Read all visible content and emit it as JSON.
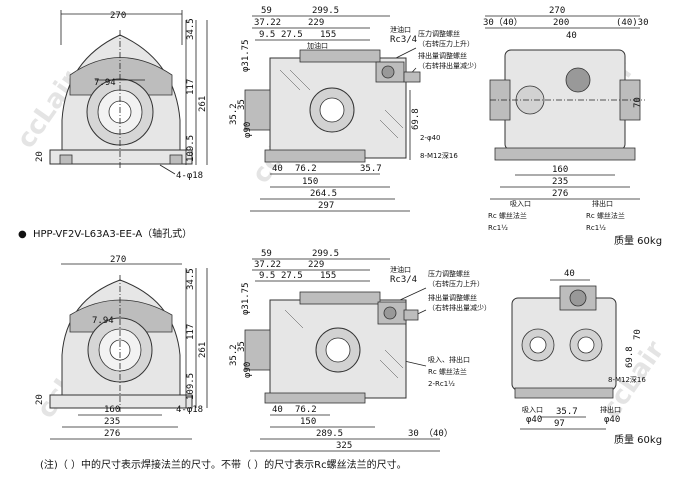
{
  "section_title": "HPP-VF2V-L63A3-EE-A（轴孔式）",
  "bullet": "●",
  "watermark": "ccLair",
  "mass_top": "质量 60kg",
  "mass_bottom": "质量 60kg",
  "footnote": "(注)（ ）中的尺寸表示焊接法兰的尺寸。不带（ ）的尺寸表示Rc螺丝法兰的尺寸。",
  "top_front": {
    "w270": "270",
    "h34": "34.5",
    "h117": "117",
    "h261": "261",
    "h109": "109.5",
    "h20": "20",
    "holes": "4-φ18",
    "bore": "7.94"
  },
  "top_side": {
    "d59": "59",
    "d2995": "299.5",
    "d3722": "37.22",
    "d229": "229",
    "d95": "9.5",
    "d275": "27.5",
    "d155": "155",
    "v35": "35",
    "v352": "35.2",
    "v90": "φ90",
    "v3175": "φ31.75",
    "d40": "40",
    "d762": "76.2",
    "d357": "35.7",
    "d150": "150",
    "d2645": "264.5",
    "d297": "297",
    "d698": "69.8",
    "drain_label": "泄油口",
    "drain_port": "Rc3/4",
    "inlet_drain": "加油口",
    "press_adj": "压力调整螺丝",
    "press_adj_note": "（右转压力上升）",
    "flow_adj": "排出量调整螺丝",
    "flow_adj_note": "（右转排出量减少）",
    "holes2": "2-φ40",
    "bolts": "8-M12深16"
  },
  "top_rear": {
    "d270": "270",
    "d30": "30（40）",
    "d200": "200",
    "d40a": "(40)30",
    "d40": "40",
    "v70": "70",
    "d160": "160",
    "d235": "235",
    "d276": "276",
    "inlet": "吸入口",
    "outlet": "排出口",
    "in_type": "Rc 螺丝法兰",
    "in_size": "Rc1½",
    "out_type": "Rc 螺丝法兰",
    "out_size": "Rc1½"
  },
  "bot_front": {
    "w270": "270",
    "h34": "34.5",
    "h117": "117",
    "h261": "261",
    "h109": "109.5",
    "h20": "20",
    "holes": "4-φ18",
    "d160": "160",
    "d235": "235",
    "d276": "276",
    "bore": "7.94"
  },
  "bot_side": {
    "d59": "59",
    "d2995": "299.5",
    "d3722": "37.22",
    "d229": "229",
    "d95": "9.5",
    "d275": "27.5",
    "d155": "155",
    "v35": "35",
    "v352": "35.2",
    "v90": "φ90",
    "v3175": "φ31.75",
    "d40": "40",
    "d762": "76.2",
    "d150": "150",
    "d2895": "289.5",
    "d325": "325",
    "d30": "30",
    "d40b": "（40）",
    "drain_label": "泄油口",
    "drain_port": "Rc3/4",
    "press_adj": "压力调整螺丝",
    "press_adj_note": "（右转压力上升）",
    "flow_adj": "排出量调整螺丝",
    "flow_adj_note": "（右转排出量减少）",
    "outlet_label": "吸入、排出口",
    "flange": "Rc 螺丝法兰",
    "ports": "2-Rc1½"
  },
  "bot_rear": {
    "d40": "40",
    "v70": "70",
    "v698": "69.8",
    "bolts": "8-M12深16",
    "d357": "35.7",
    "d97": "97",
    "inlet": "吸入口",
    "outlet": "排出口",
    "in_d": "φ40",
    "out_d": "φ40"
  }
}
